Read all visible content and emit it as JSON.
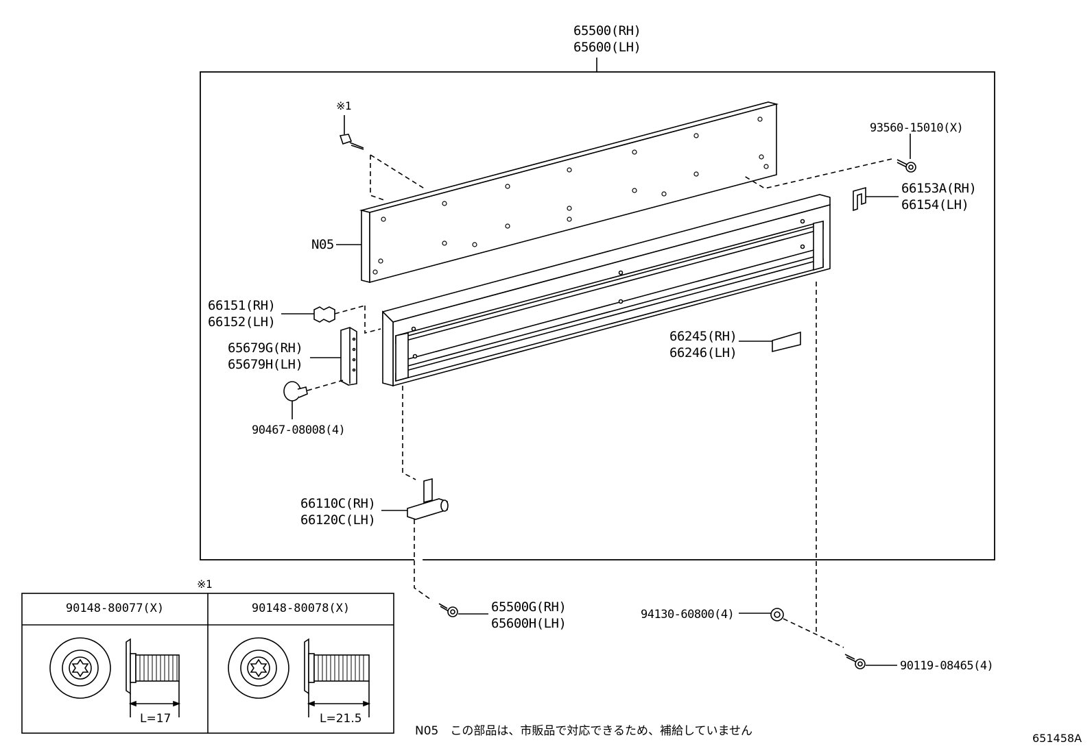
{
  "diagram": {
    "assembly_label": [
      "65500(RH)",
      "65600(LH)"
    ],
    "ref_mark": "※1",
    "callouts": {
      "n05": "N05",
      "p93560": "93560-15010(X)",
      "p66153": [
        "66153A(RH)",
        "66154(LH)"
      ],
      "p66151": [
        "66151(RH)",
        "66152(LH)"
      ],
      "p65679": [
        "65679G(RH)",
        "65679H(LH)"
      ],
      "p90467": "90467-08008(4)",
      "p66245": [
        "66245(RH)",
        "66246(LH)"
      ],
      "p66110": [
        "66110C(RH)",
        "66120C(LH)"
      ],
      "p65500g": [
        "65500G(RH)",
        "65600H(LH)"
      ],
      "p94130": "94130-60800(4)",
      "p90119": "90119-08465(4)"
    },
    "table": {
      "ref_mark": "※1",
      "columns": [
        {
          "part": "90148-80077(X)",
          "length": "L=17"
        },
        {
          "part": "90148-80078(X)",
          "length": "L=21.5"
        }
      ]
    },
    "note": "N05　この部品は、市販品で対応できるため、補給していません",
    "diagram_id": "651458A"
  }
}
